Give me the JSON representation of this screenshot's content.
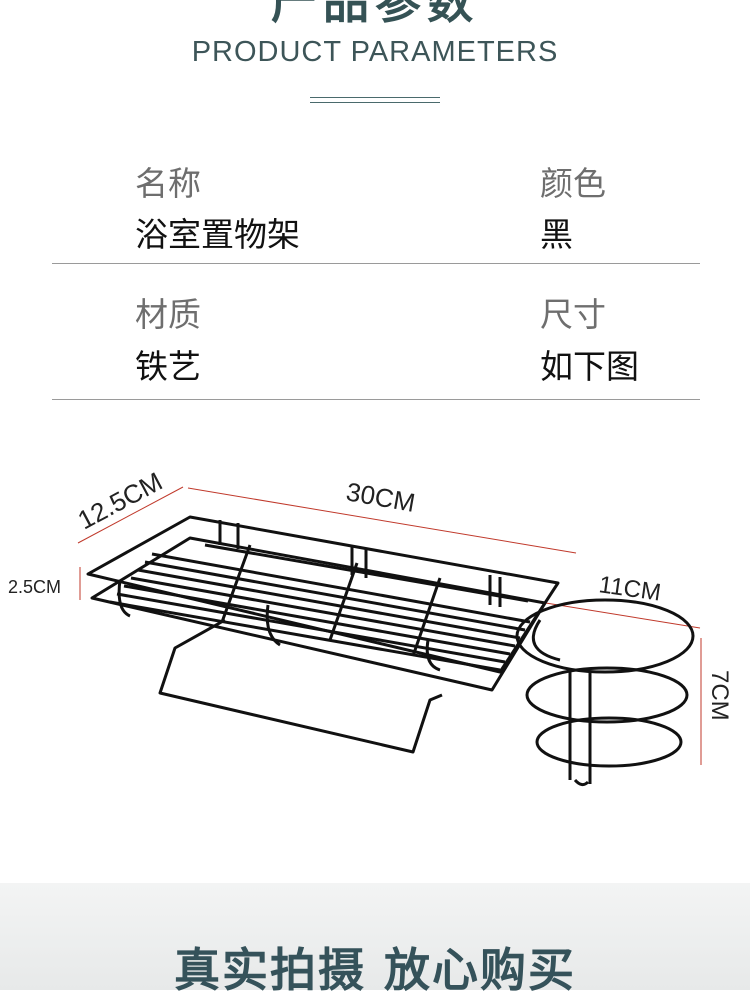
{
  "header": {
    "title": "产品参数",
    "subtitle": "PRODUCT PARAMETERS"
  },
  "params": [
    {
      "label": "名称",
      "value": "浴室置物架"
    },
    {
      "label": "颜色",
      "value": "黑"
    },
    {
      "label": "材质",
      "value": "铁艺"
    },
    {
      "label": "尺寸",
      "value": "如下图"
    }
  ],
  "dimensions": {
    "width": "12.5CM",
    "length": "30CM",
    "height": "2.5CM",
    "holder_diameter": "11CM",
    "holder_height": "7CM"
  },
  "footer": {
    "text": "真实拍摄 放心购买"
  },
  "colors": {
    "accent": "#355255",
    "dimension_line": "#c0392b"
  }
}
